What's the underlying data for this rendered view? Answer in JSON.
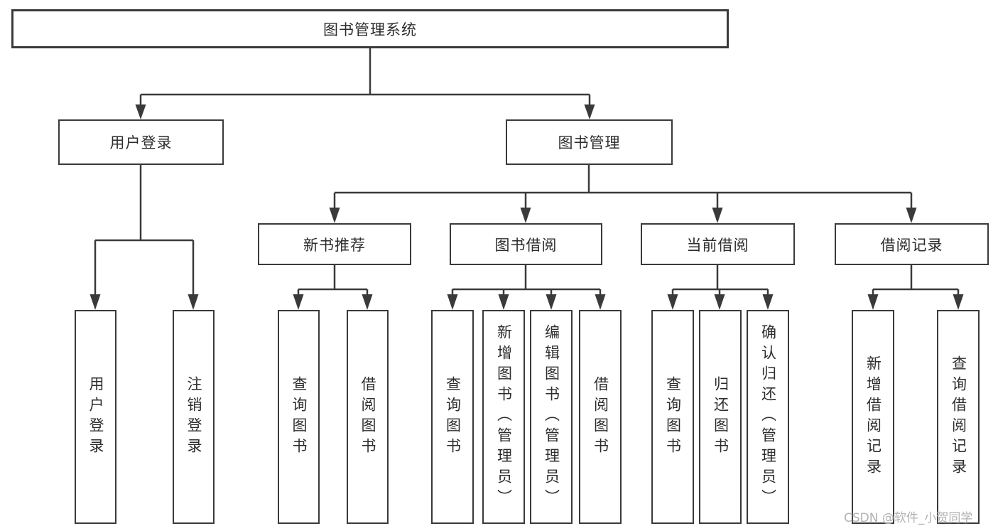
{
  "diagram": {
    "type": "hierarchy-tree",
    "root": {
      "label": "图书管理系统",
      "children": [
        {
          "label": "用户登录",
          "children": [
            {
              "label": "用户登录"
            },
            {
              "label": "注销登录"
            }
          ]
        },
        {
          "label": "图书管理",
          "children": [
            {
              "label": "新书推荐",
              "children": [
                {
                  "label": "查询图书"
                },
                {
                  "label": "借阅图书"
                }
              ]
            },
            {
              "label": "图书借阅",
              "children": [
                {
                  "label": "查询图书"
                },
                {
                  "label": "新增图书（管理员）"
                },
                {
                  "label": "编辑图书（管理员）"
                },
                {
                  "label": "借阅图书"
                }
              ]
            },
            {
              "label": "当前借阅",
              "children": [
                {
                  "label": "查询图书"
                },
                {
                  "label": "归还图书"
                },
                {
                  "label": "确认归还（管理员）"
                }
              ]
            },
            {
              "label": "借阅记录",
              "children": [
                {
                  "label": "新增借阅记录"
                },
                {
                  "label": "查询借阅记录"
                }
              ]
            }
          ]
        }
      ]
    }
  },
  "watermark": {
    "text": "CSDN @软件_小贺同学",
    "color": "#b2b2b2"
  },
  "colors": {
    "background": "#ffffff",
    "box_fill": "#ffffff",
    "box_border": "#3a3a3a",
    "line": "#3a3a3a",
    "text": "#2d2d2d"
  }
}
